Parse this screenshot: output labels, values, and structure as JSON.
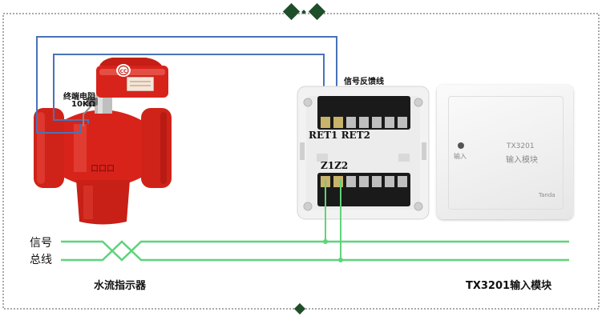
{
  "labels": {
    "resistor_title": "终端电阻",
    "resistor_value": "10KΩ",
    "feedback_line": "信号反馈线",
    "ret_terminals": "RET1 RET2",
    "z_terminals": "Z1Z2",
    "bus_signal": "信号",
    "bus_line": "总线",
    "device_left": "水流指示器",
    "device_right": "TX3201输入模块"
  },
  "module_face": {
    "model": "TX3201",
    "name": "输入模块",
    "led_label": "输入",
    "brand": "Tanda"
  },
  "colors": {
    "feedback_wire": "#4a72b8",
    "bus_wire": "#5fd37a",
    "indicator_red": "#d8231b",
    "frame_border": "#555555",
    "ornament": "#1f4f2a"
  }
}
